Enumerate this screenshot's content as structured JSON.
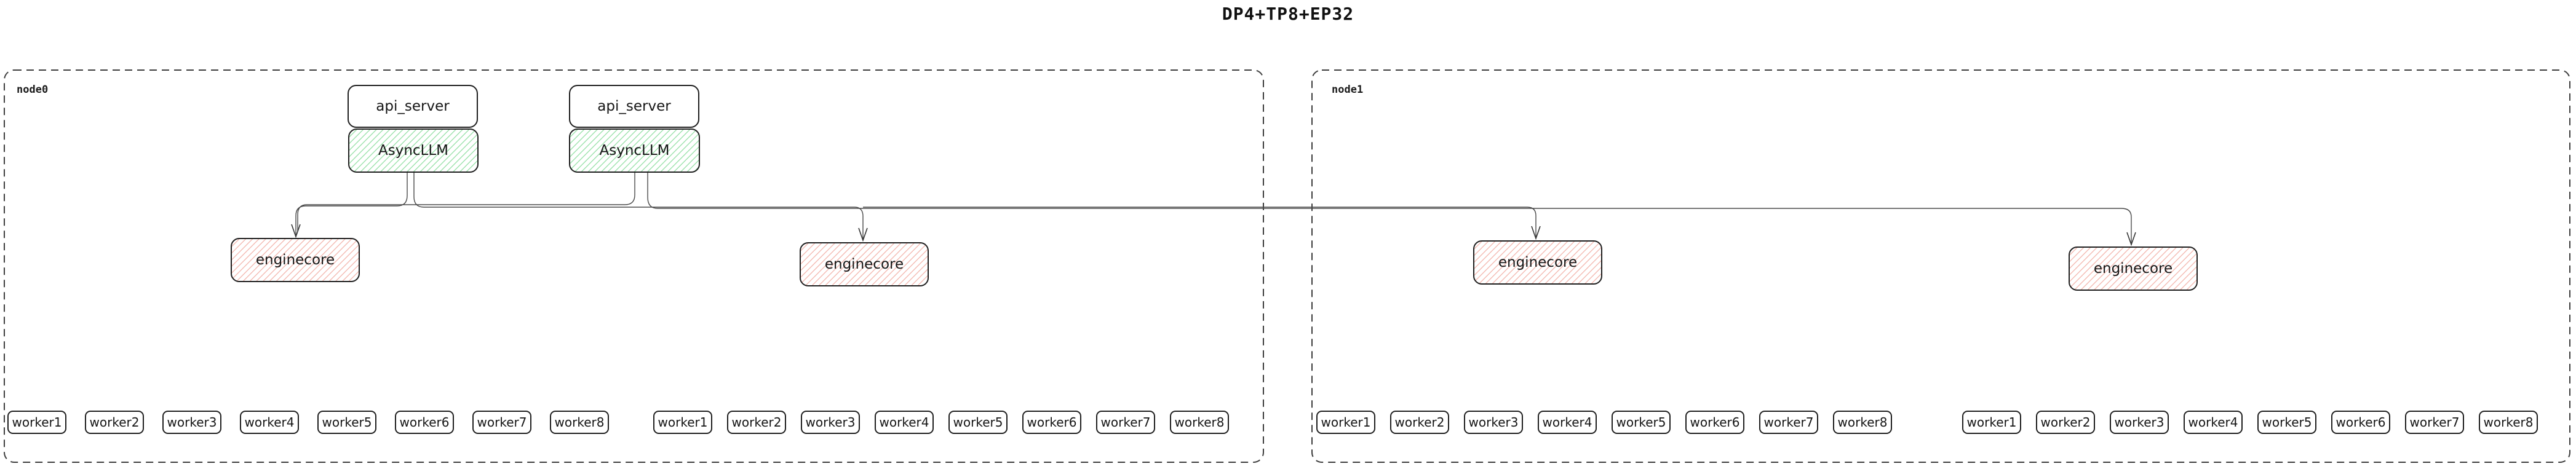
{
  "title": "DP4+TP8+EP32",
  "colors": {
    "box_border": "#1f1f1f",
    "node_border": "#3d3d3d",
    "connector": "#4a4a4a",
    "asyncllm_hatch": "#9fe3ae",
    "enginecore_hatch": "#f4bcb4"
  },
  "node0": {
    "label": "node0",
    "stacks": [
      {
        "api_server": "api_server",
        "async_llm": "AsyncLLM"
      },
      {
        "api_server": "api_server",
        "async_llm": "AsyncLLM"
      }
    ],
    "enginecores": [
      "enginecore",
      "enginecore"
    ],
    "worker_groups": [
      [
        "worker1",
        "worker2",
        "worker3",
        "worker4",
        "worker5",
        "worker6",
        "worker7",
        "worker8"
      ],
      [
        "worker1",
        "worker2",
        "worker3",
        "worker4",
        "worker5",
        "worker6",
        "worker7",
        "worker8"
      ]
    ]
  },
  "node1": {
    "label": "node1",
    "enginecores": [
      "enginecore",
      "enginecore"
    ],
    "worker_groups": [
      [
        "worker1",
        "worker2",
        "worker3",
        "worker4",
        "worker5",
        "worker6",
        "worker7",
        "worker8"
      ],
      [
        "worker1",
        "worker2",
        "worker3",
        "worker4",
        "worker5",
        "worker6",
        "worker7",
        "worker8"
      ]
    ]
  }
}
